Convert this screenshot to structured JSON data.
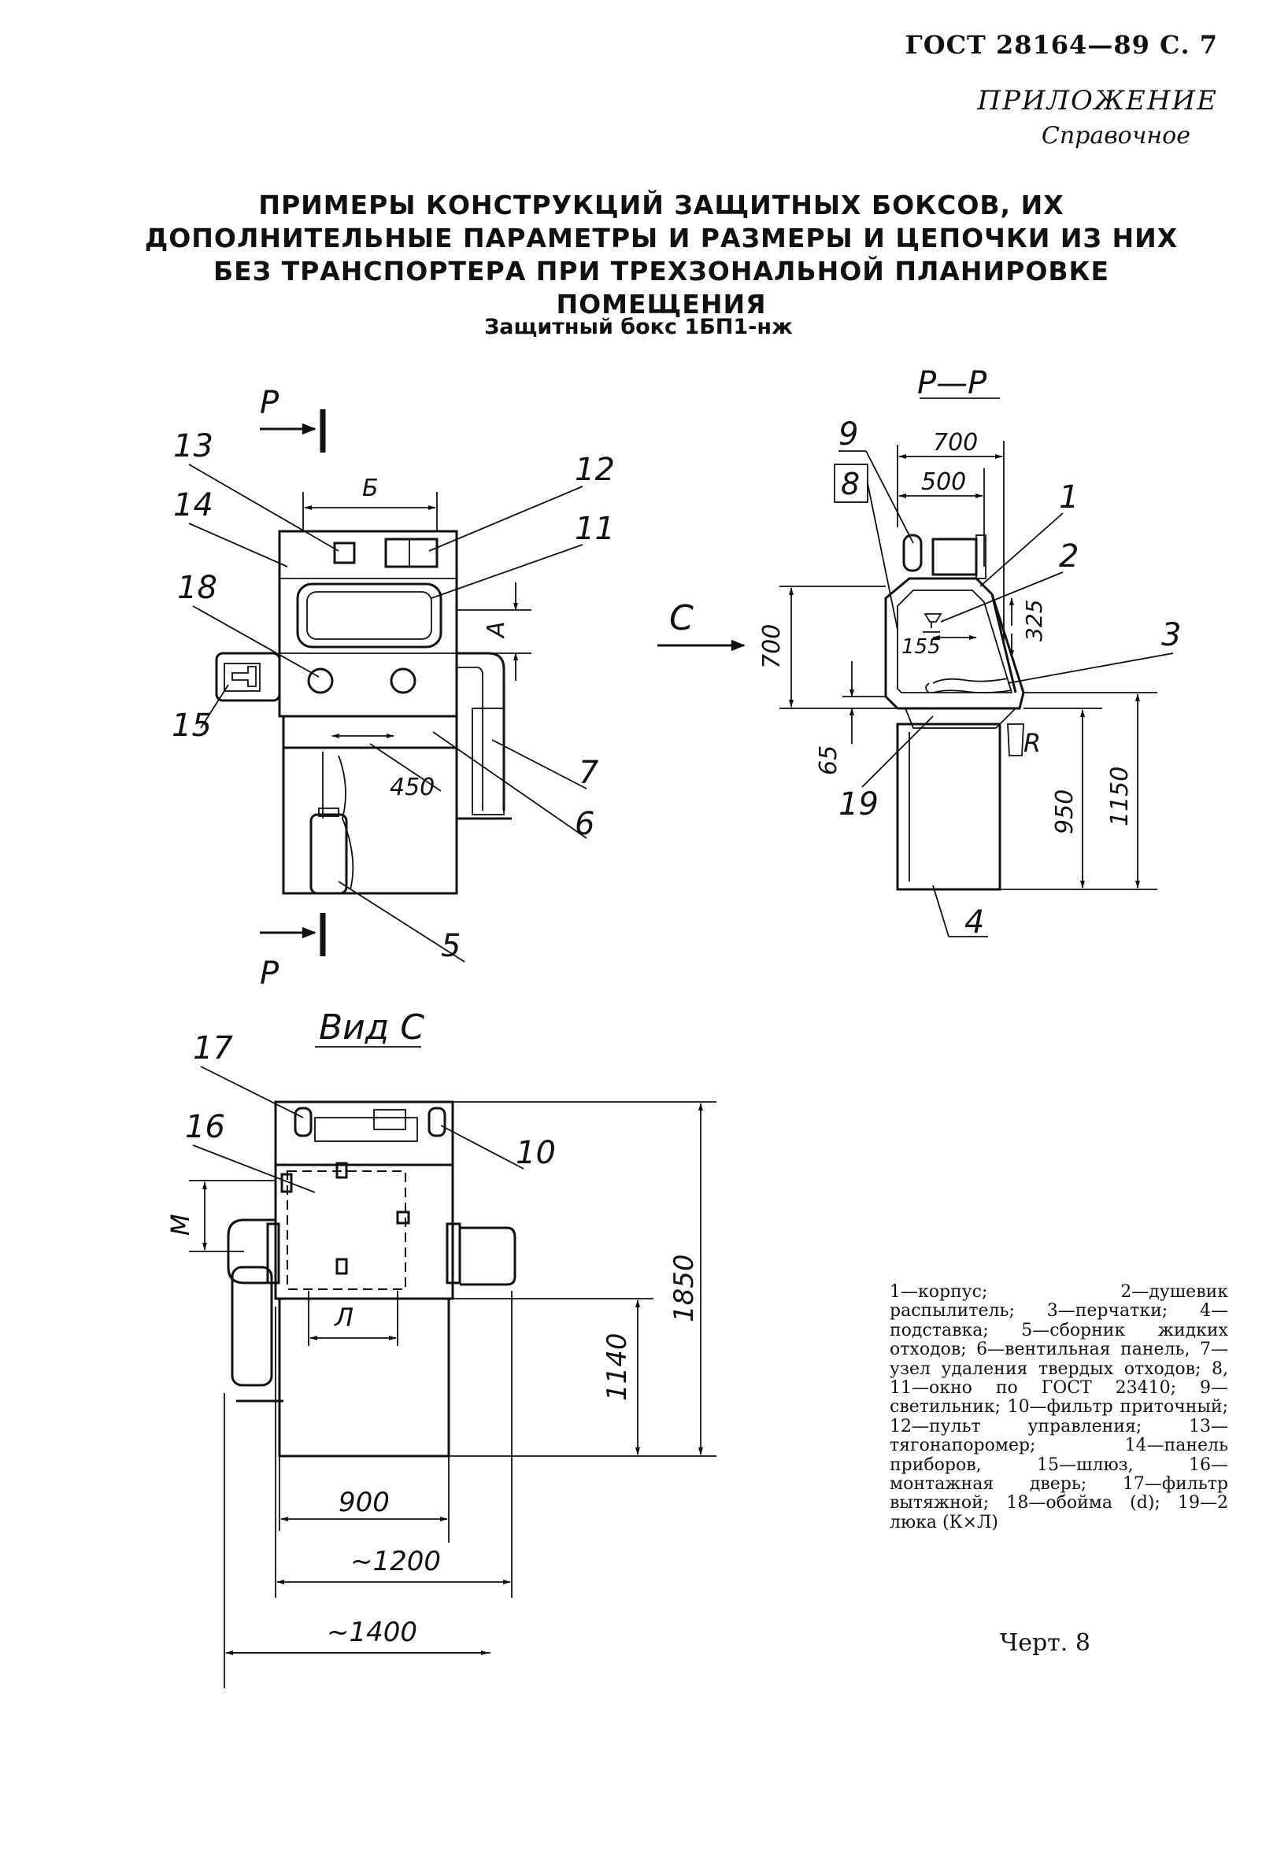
{
  "header": {
    "standard": "ГОСТ 28164—89 С. 7",
    "appendix": "ПРИЛОЖЕНИЕ",
    "appendix_type": "Справочное"
  },
  "title": "ПРИМЕРЫ КОНСТРУКЦИЙ ЗАЩИТНЫХ БОКСОВ, ИХ ДОПОЛНИТЕЛЬНЫЕ ПАРАМЕТРЫ И РАЗМЕРЫ И ЦЕПОЧКИ ИЗ НИХ БЕЗ ТРАНСПОРТЕРА ПРИ ТРЕХЗОНАЛЬНОЙ ПЛАНИРОВКЕ ПОМЕЩЕНИЯ",
  "subtitle": "Защитный бокс 1БП1-нж",
  "front_view": {
    "section_mark": "Р",
    "dims": {
      "b": "Б",
      "a": "А",
      "d450": "450"
    },
    "callouts": {
      "c13": "13",
      "c14": "14",
      "c18": "18",
      "c15": "15",
      "c12": "12",
      "c11": "11",
      "c7": "7",
      "c6": "6",
      "c5": "5"
    }
  },
  "section_view": {
    "title": "Р—Р",
    "arrow": "С",
    "dims": {
      "d700_top": "700",
      "d500": "500",
      "d700_left": "700",
      "d65": "65",
      "d950": "950",
      "d1150": "1150",
      "d325": "325",
      "d155": "155",
      "r": "R"
    },
    "callouts": {
      "c9": "9",
      "c8": "8",
      "c1": "1",
      "c2": "2",
      "c3": "3",
      "c19": "19",
      "c4": "4"
    }
  },
  "view_c": {
    "title": "Вид С",
    "dims": {
      "m": "М",
      "l": "Л",
      "d1850": "1850",
      "d1140": "1140",
      "d900": "900",
      "d1200": "~1200",
      "d1400": "~1400"
    },
    "callouts": {
      "c17": "17",
      "c16": "16",
      "c10": "10"
    }
  },
  "legend": [
    "1—корпус;",
    "2—душевик распылитель;",
    "3—перчатки;",
    "4—подставка;",
    "5—сборник жидких отходов;",
    "6—вентильная панель,",
    "7—узел удаления твердых отходов;",
    "8, 11—окно по ГОСТ 23410;",
    "9—светильник;",
    "10—фильтр приточный;",
    "12—пульт управления;",
    "13—тягонапоромер;",
    "14—панель приборов,",
    "15—шлюз,",
    "16—монтажная дверь;",
    "17—фильтр вытяжной;",
    "18—обойма (d);",
    "19—2 люка (К×Л)"
  ],
  "caption": "Черт. 8"
}
